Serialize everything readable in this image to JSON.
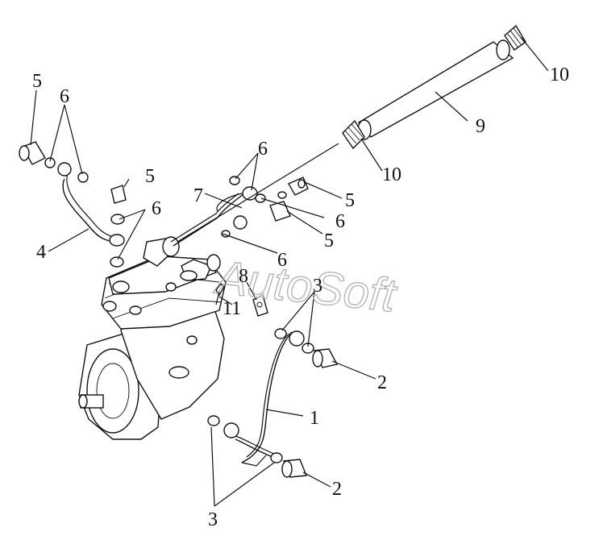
{
  "watermark": "AutoSoft",
  "callouts": {
    "c1": "1",
    "c2a": "2",
    "c2b": "2",
    "c3a": "3",
    "c3b": "3",
    "c4": "4",
    "c5a": "5",
    "c5b": "5",
    "c5c": "5",
    "c5d": "5",
    "c6a": "6",
    "c6b": "6",
    "c6c": "6",
    "c6d": "6",
    "c6e": "6",
    "c7": "7",
    "c8": "8",
    "c9": "9",
    "c10a": "10",
    "c10b": "10",
    "c11": "11"
  }
}
